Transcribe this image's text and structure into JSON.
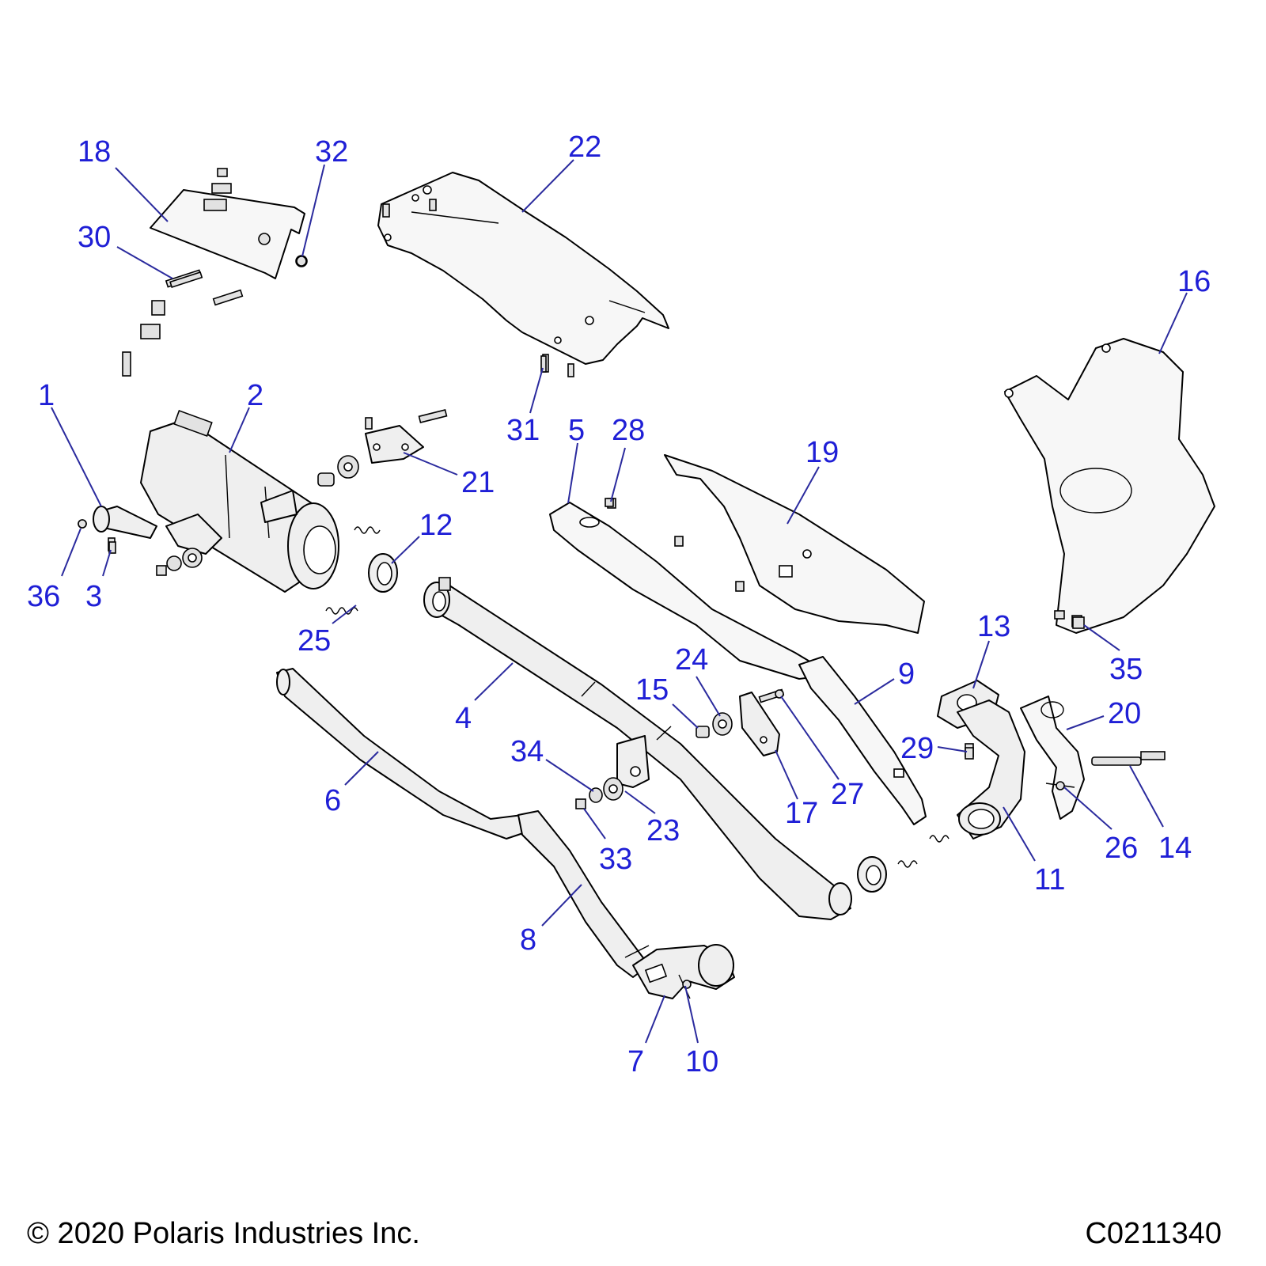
{
  "diagram": {
    "callouts": [
      {
        "id": "c1",
        "label": "1"
      },
      {
        "id": "c2",
        "label": "2"
      },
      {
        "id": "c3",
        "label": "3"
      },
      {
        "id": "c4",
        "label": "4"
      },
      {
        "id": "c5",
        "label": "5"
      },
      {
        "id": "c6",
        "label": "6"
      },
      {
        "id": "c7",
        "label": "7"
      },
      {
        "id": "c8",
        "label": "8"
      },
      {
        "id": "c9",
        "label": "9"
      },
      {
        "id": "c10",
        "label": "10"
      },
      {
        "id": "c11",
        "label": "11"
      },
      {
        "id": "c12",
        "label": "12"
      },
      {
        "id": "c13",
        "label": "13"
      },
      {
        "id": "c14",
        "label": "14"
      },
      {
        "id": "c15",
        "label": "15"
      },
      {
        "id": "c16",
        "label": "16"
      },
      {
        "id": "c17",
        "label": "17"
      },
      {
        "id": "c18",
        "label": "18"
      },
      {
        "id": "c19",
        "label": "19"
      },
      {
        "id": "c20",
        "label": "20"
      },
      {
        "id": "c21",
        "label": "21"
      },
      {
        "id": "c22",
        "label": "22"
      },
      {
        "id": "c23",
        "label": "23"
      },
      {
        "id": "c24",
        "label": "24"
      },
      {
        "id": "c25",
        "label": "25"
      },
      {
        "id": "c26",
        "label": "26"
      },
      {
        "id": "c27",
        "label": "27"
      },
      {
        "id": "c28",
        "label": "28"
      },
      {
        "id": "c29",
        "label": "29"
      },
      {
        "id": "c30",
        "label": "30"
      },
      {
        "id": "c31",
        "label": "31"
      },
      {
        "id": "c32",
        "label": "32"
      },
      {
        "id": "c33",
        "label": "33"
      },
      {
        "id": "c34",
        "label": "34"
      },
      {
        "id": "c35",
        "label": "35"
      },
      {
        "id": "c36",
        "label": "36"
      }
    ],
    "colors": {
      "callout_text": "#1f1fd6",
      "leader_line": "#2b2b9e",
      "part_fill": "#efefef",
      "outline": "#000000"
    }
  },
  "footer": {
    "copyright": "© 2020 Polaris Industries Inc.",
    "drawing_number": "C0211340"
  }
}
